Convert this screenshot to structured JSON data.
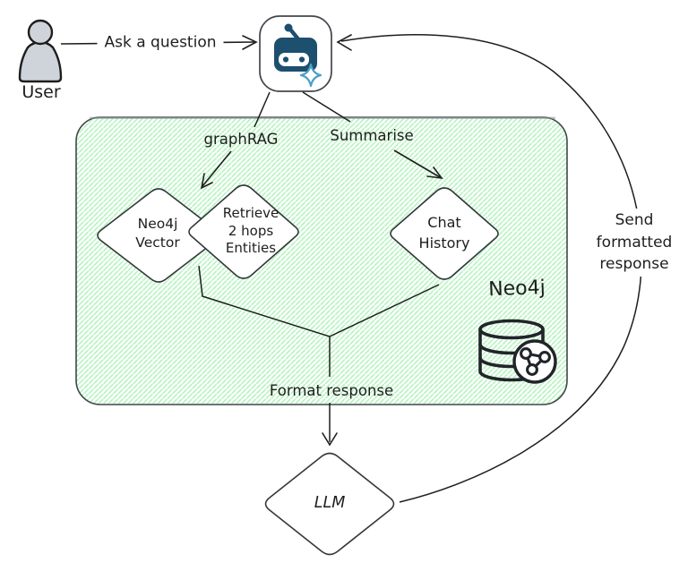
{
  "diagram": {
    "type": "flowchart",
    "colors": {
      "stroke": "#1e1e1e",
      "shape_stroke": "#33383c",
      "container_hatch_green": "#b2f2bb",
      "robot_navy": "#1d4f6e",
      "sparkle_blue": "#4d9fc7",
      "user_gray": "#ced4da"
    },
    "nodes": {
      "user": {
        "label": "User",
        "icon": "person-icon"
      },
      "assistant": {
        "icon": "robot-icon"
      },
      "neo4j_vector": {
        "shape": "diamond",
        "label": "Neo4j\nVector"
      },
      "retrieve_entities": {
        "shape": "diamond",
        "label": "Retrieve\n2 hops\nEntities"
      },
      "chat_history": {
        "shape": "diamond",
        "label": "Chat\nHistory"
      },
      "llm": {
        "shape": "diamond",
        "label": "LLM"
      }
    },
    "container": {
      "label": "Neo4j",
      "icon": "database-graph-icon"
    },
    "edges": {
      "ask": {
        "label": "Ask a question",
        "from": "user",
        "to": "assistant"
      },
      "graphrag": {
        "label": "graphRAG",
        "from": "assistant",
        "to": "neo4j_vector"
      },
      "summarise": {
        "label": "Summarise",
        "from": "assistant",
        "to": "chat_history"
      },
      "format_response": {
        "label": "Format response",
        "from": "container",
        "to": "llm"
      },
      "send_formatted_response": {
        "label": "Send\nformatted\nresponse",
        "from": "llm",
        "to": "assistant"
      }
    }
  }
}
